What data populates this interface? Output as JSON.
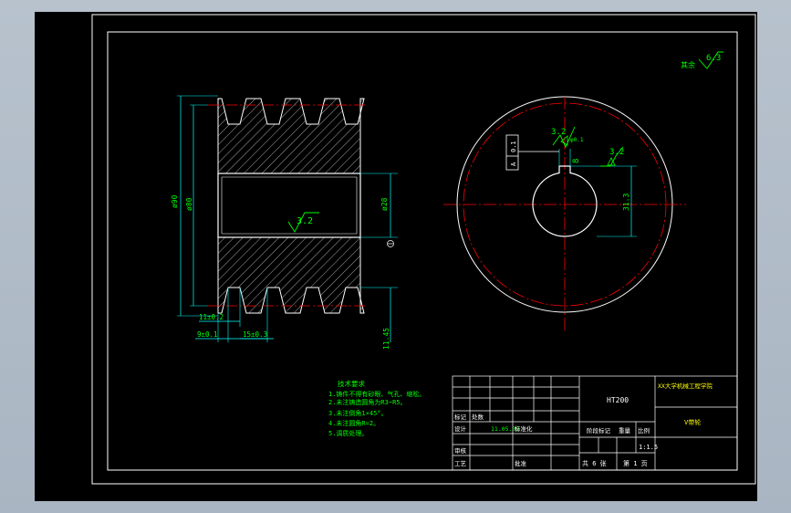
{
  "drawing": {
    "dimensions": {
      "outer_diameter": "ø90",
      "pitch_diameter": "ø80",
      "bore_diameter": "ø28",
      "groove_width": "11±0.2",
      "edge_offset": "9±0.1",
      "groove_pitch": "15±0.3",
      "groove_depth": "11.45",
      "bore_roughness": "3.2",
      "key_side_roughness": "3.2",
      "keyway_roughness": "3.2",
      "keyway_depth": "31.3",
      "keyway_width": "8",
      "datum_label": "A",
      "angle_tolerance": "0.1",
      "remaining_roughness": "6.3",
      "remaining_label": "其余"
    },
    "tech_requirements": {
      "title": "技术要求",
      "items": [
        "1.铸件不得有砂眼、气孔、缩松。",
        "2.未注铸造圆角为R3~R5。",
        "3.未注倒角1×45°。",
        "4.未注圆角R=2。",
        "5.调质处理。"
      ]
    },
    "title_block": {
      "material": "HT200",
      "school": "XX大学机械工程学院",
      "part_name": "V带轮",
      "scale": "1:1.5",
      "mark_label": "标记",
      "quantity_label": "处数",
      "design_label": "设计",
      "date": "11.05.02",
      "standardize_label": "标准化",
      "review_label": "审核",
      "process_label": "工艺",
      "approve_label": "批准",
      "stage_label": "阶段标记",
      "weight_label": "重量",
      "ratio_label": "比例",
      "sheets_total": "共 6 张",
      "sheet_no": "第 1 页"
    }
  }
}
